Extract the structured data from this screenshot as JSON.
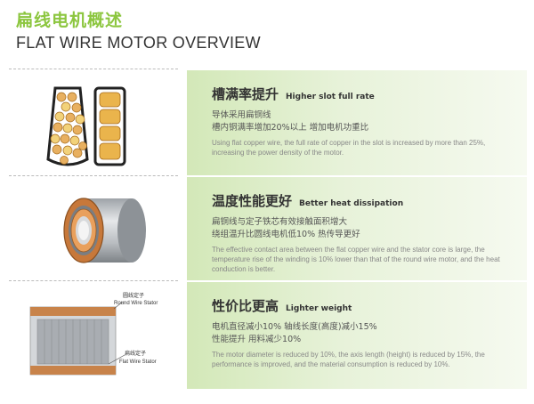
{
  "header": {
    "title_cn": "扁线电机概述",
    "title_en": "FLAT WIRE MOTOR OVERVIEW"
  },
  "sections": [
    {
      "heading_cn": "槽满率提升",
      "heading_en": "Higher slot full rate",
      "text_cn": [
        "导体采用扁铜线",
        "槽内铜满率增加20%以上  增加电机功重比"
      ],
      "text_en": "Using flat copper wire, the full rate of copper in the slot is increased by more than 25%, increasing the power density of the motor."
    },
    {
      "heading_cn": "温度性能更好",
      "heading_en": "Better heat dissipation",
      "text_cn": [
        "扁铜线与定子铁芯有效接触面积增大",
        "绕组温升比圆线电机低10%  热传导更好"
      ],
      "text_en": "The effective contact area between the flat copper wire and the stator core is large, the temperature rise of the winding is 10% lower than that of the round wire motor, and the heat conduction is better."
    },
    {
      "heading_cn": "性价比更高",
      "heading_en": "Lighter weight",
      "text_cn": [
        "电机直径减小10%  轴线长度(高度)减小15%",
        "性能提升  用料减少10%"
      ],
      "text_en": "The motor diameter is reduced by 10%, the axis length (height) is reduced by 15%, the performance is improved, and the material consumption is reduced by 10%.",
      "labels": {
        "round_cn": "圆线定子",
        "round_en": "Round Wire Stator",
        "flat_cn": "扁线定子",
        "flat_en": "Flat Wire Stator"
      }
    }
  ],
  "colors": {
    "accent": "#8cc63f",
    "copper": "#c9782e",
    "panel": "#dcedc8"
  }
}
